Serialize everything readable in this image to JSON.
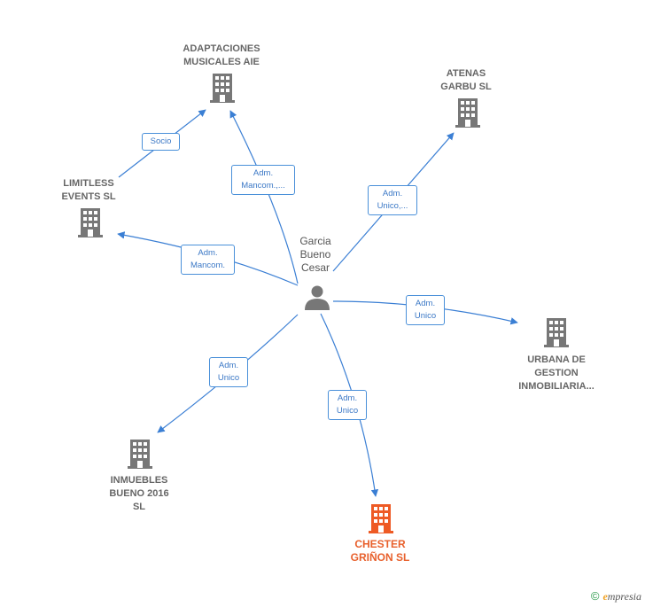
{
  "colors": {
    "edge": "#3b7fd4",
    "building": "#777777",
    "focus": "#ee5a24",
    "person": "#777777"
  },
  "person": {
    "name": "Garcia\nBueno\nCesar",
    "icon": "person-icon"
  },
  "companies": [
    {
      "id": "adaptaciones",
      "name": "ADAPTACIONES\nMUSICALES AIE",
      "icon": "building-icon",
      "focus": false
    },
    {
      "id": "atenas",
      "name": "ATENAS\nGARBU SL",
      "icon": "building-icon",
      "focus": false
    },
    {
      "id": "limitless",
      "name": "LIMITLESS\nEVENTS  SL",
      "icon": "building-icon",
      "focus": false
    },
    {
      "id": "urbana",
      "name": "URBANA DE\nGESTION\nINMOBILIARIA...",
      "icon": "building-icon",
      "focus": false
    },
    {
      "id": "inmuebles",
      "name": "INMUEBLES\nBUENO 2016\nSL",
      "icon": "building-icon",
      "focus": false
    },
    {
      "id": "chester",
      "name": "CHESTER\nGRIÑON  SL",
      "icon": "building-icon",
      "focus": true
    }
  ],
  "edges": [
    {
      "from": "person",
      "to": "adaptaciones",
      "label": "Adm.\nMancom.,..."
    },
    {
      "from": "person",
      "to": "atenas",
      "label": "Adm.\nUnico,..."
    },
    {
      "from": "person",
      "to": "limitless",
      "label": "Adm.\nMancom."
    },
    {
      "from": "person",
      "to": "urbana",
      "label": "Adm.\nUnico"
    },
    {
      "from": "person",
      "to": "inmuebles",
      "label": "Adm.\nUnico"
    },
    {
      "from": "person",
      "to": "chester",
      "label": "Adm.\nUnico"
    },
    {
      "from": "limitless",
      "to": "adaptaciones",
      "label": "Socio"
    }
  ],
  "footer": {
    "copyright": "©",
    "brand_e": "e",
    "brand_rest": "mpresia"
  }
}
